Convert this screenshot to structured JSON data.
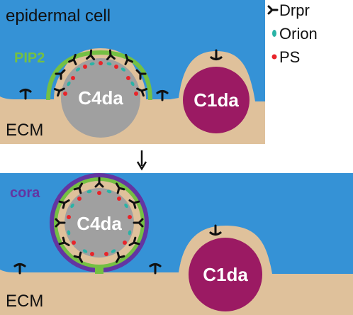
{
  "colors": {
    "epidermis": "#3592d6",
    "ecm": "#dfc19b",
    "c4da": "#a0a0a0",
    "c1da": "#9b1a63",
    "pip2": "#74c043",
    "cora": "#6335a2",
    "orion": "#2ab3a6",
    "ps": "#e8242a",
    "drpr": "#111111",
    "white": "#ffffff"
  },
  "top_panel": {
    "epidermis_label": "epidermal cell",
    "pip2_label": "PIP2",
    "ecm_label": "ECM",
    "c4da_label": "C4da",
    "c1da_label": "C1da"
  },
  "bottom_panel": {
    "cora_label": "cora",
    "ecm_label": "ECM",
    "c4da_label": "C4da",
    "c1da_label": "C1da"
  },
  "legend": {
    "drpr": "Drpr",
    "orion": "Orion",
    "ps": "PS"
  },
  "arrow": {
    "icon": "down-arrow-icon"
  }
}
